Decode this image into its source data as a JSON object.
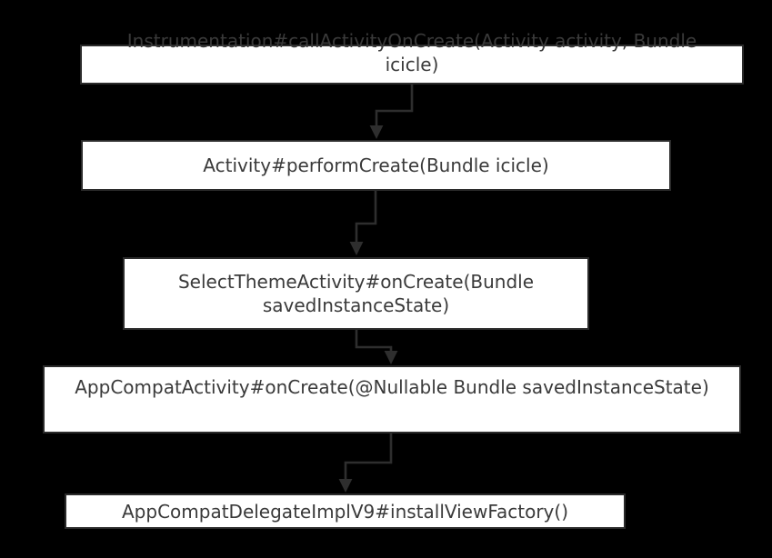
{
  "colors": {
    "background": "#000000",
    "node_fill": "#ffffff",
    "node_border": "#2b2b2b",
    "text": "#3a3a3a",
    "arrow": "#2e2e2e"
  },
  "nodes": [
    {
      "name": "instrumentation-callActivityOnCreate",
      "line1": "Instrumentation#callActivityOnCreate(Activity activity, Bundle",
      "line2": "icicle)"
    },
    {
      "name": "activity-performCreate",
      "line1": "Activity#performCreate(Bundle icicle)",
      "line2": ""
    },
    {
      "name": "selectThemeActivity-onCreate",
      "line1": "SelectThemeActivity#onCreate(Bundle",
      "line2": "savedInstanceState)"
    },
    {
      "name": "appCompatActivity-onCreate",
      "line1": "AppCompatActivity#onCreate(@Nullable Bundle savedInstanceState)",
      "line2": ""
    },
    {
      "name": "appCompatDelegateImplV9-installViewFactory",
      "line1": "AppCompatDelegateImplV9#installViewFactory()",
      "line2": ""
    }
  ],
  "edges": [
    {
      "from": "instrumentation-callActivityOnCreate",
      "to": "activity-performCreate"
    },
    {
      "from": "activity-performCreate",
      "to": "selectThemeActivity-onCreate"
    },
    {
      "from": "selectThemeActivity-onCreate",
      "to": "appCompatActivity-onCreate"
    },
    {
      "from": "appCompatActivity-onCreate",
      "to": "appCompatDelegateImplV9-installViewFactory"
    }
  ]
}
